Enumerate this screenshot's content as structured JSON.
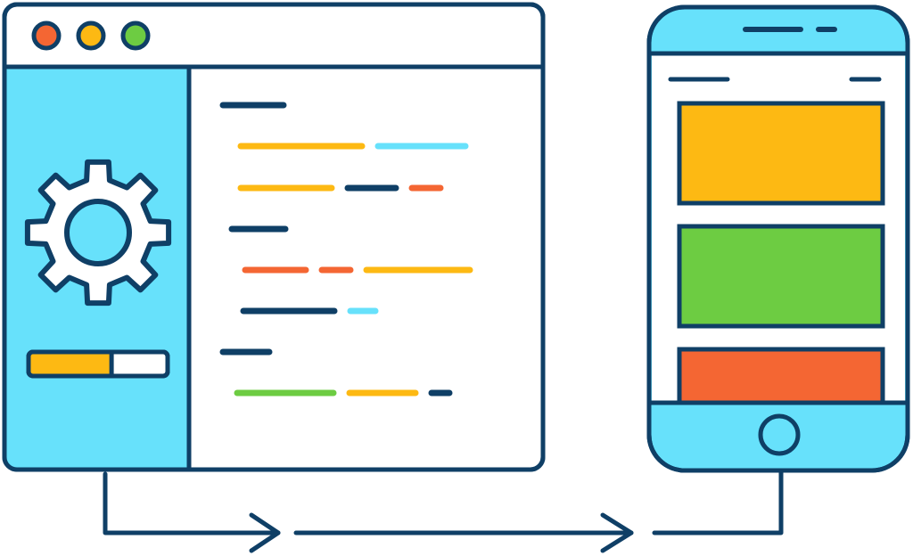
{
  "colors": {
    "outline": "#0f3f66",
    "panel_blue": "#67e1fb",
    "white": "#ffffff",
    "red": "#f46633",
    "yellow": "#fdb913",
    "green": "#6dcc42",
    "cyan": "#67e1fb"
  },
  "browser_window": {
    "traffic_lights": [
      "red",
      "yellow",
      "green"
    ],
    "settings_icon": "gear-icon",
    "progress": 0.6,
    "code_lines": [
      [
        {
          "color": "outline",
          "width": 68
        }
      ],
      [
        {
          "color": "yellow",
          "width": 136
        },
        {
          "color": "cyan",
          "width": 98
        }
      ],
      [
        {
          "color": "yellow",
          "width": 102
        },
        {
          "color": "outline",
          "width": 54
        },
        {
          "color": "red",
          "width": 32
        }
      ],
      [
        {
          "color": "outline",
          "width": 60
        }
      ],
      [
        {
          "color": "red",
          "width": 68
        },
        {
          "color": "red",
          "width": 32
        },
        {
          "color": "yellow",
          "width": 116
        }
      ],
      [
        {
          "color": "outline",
          "width": 102
        },
        {
          "color": "cyan",
          "width": 28
        }
      ],
      [
        {
          "color": "outline",
          "width": 52
        }
      ],
      [
        {
          "color": "green",
          "width": 108
        },
        {
          "color": "yellow",
          "width": 74
        },
        {
          "color": "outline",
          "width": 20
        }
      ]
    ]
  },
  "phone": {
    "cards": [
      "yellow",
      "green",
      "red"
    ],
    "home_button": "home-button-icon"
  },
  "flow": {
    "arrows": 2,
    "direction": "window-to-phone"
  }
}
